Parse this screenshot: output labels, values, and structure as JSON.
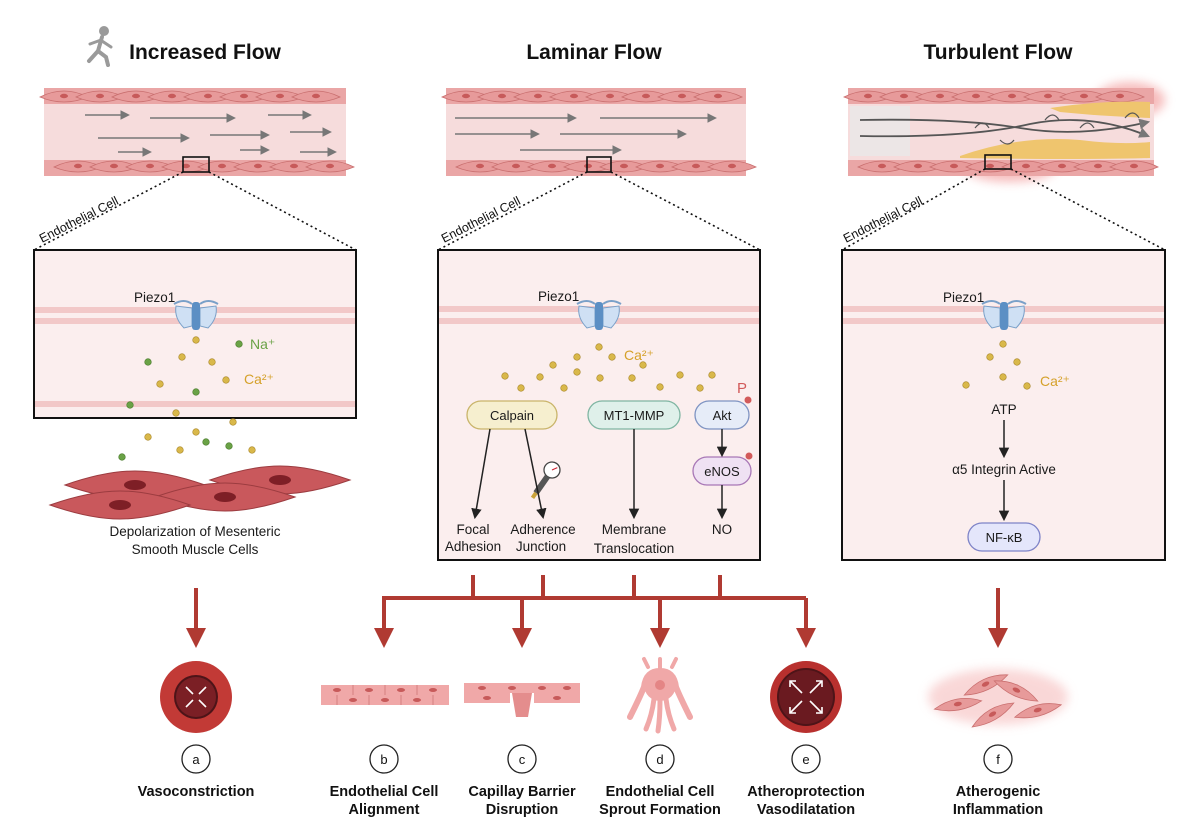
{
  "panels": [
    {
      "title": "Increased Flow",
      "zoom_label": "Endothelial Cell",
      "channel": "Piezo1",
      "ions": [
        "Na⁺",
        "Ca²⁺"
      ],
      "caption": [
        "Depolarization of Mesenteric",
        "Smooth Muscle Cells"
      ]
    },
    {
      "title": "Laminar Flow",
      "zoom_label": "Endothelial Cell",
      "channel": "Piezo1",
      "ions": [
        "Ca²⁺"
      ],
      "nodes": {
        "calpain": "Calpain",
        "mt1mmp": "MT1-MMP",
        "akt": "Akt",
        "enos": "eNOS",
        "phospho": "P",
        "focal": [
          "Focal",
          "Adhesion"
        ],
        "adherence": [
          "Adherence",
          "Junction"
        ],
        "membrane": [
          "Membrane",
          "Translocation"
        ],
        "no": "NO"
      }
    },
    {
      "title": "Turbulent Flow",
      "zoom_label": "Endothelial Cell",
      "channel": "Piezo1",
      "ions": [
        "Ca²⁺"
      ],
      "nodes": {
        "atp": "ATP",
        "integrin": "α5 Integrin Active",
        "nfkb": "NF-κB"
      }
    }
  ],
  "outcomes": [
    {
      "letter": "a",
      "label": [
        "Vasoconstriction"
      ]
    },
    {
      "letter": "b",
      "label": [
        "Endothelial Cell",
        "Alignment"
      ]
    },
    {
      "letter": "c",
      "label": [
        "Capillay Barrier",
        "Disruption"
      ]
    },
    {
      "letter": "d",
      "label": [
        "Endothelial Cell",
        "Sprout Formation"
      ]
    },
    {
      "letter": "e",
      "label": [
        "Atheroprotection",
        "Vasodilatation"
      ]
    },
    {
      "letter": "f",
      "label": [
        "Atherogenic",
        "Inflammation"
      ]
    }
  ],
  "colors": {
    "arrow_red": "#b03a32",
    "vessel_wall": "#e8a0a0",
    "vessel_lumen": "#f6dcdc",
    "cell_bg": "#fbeeee",
    "membrane": "#f2c8c8",
    "ion_green": "#6aa246",
    "ion_yellow": "#d9b84a",
    "calpain_fill": "#f6efcf",
    "mmp_fill": "#dff0ea",
    "akt_fill": "#e6ecf8",
    "enos_fill": "#efe1f3",
    "nfkb_fill": "#e4e6fb",
    "plaque": "#efc56e"
  },
  "icons": [
    "runner-icon",
    "piezo1-channel-icon",
    "pipette-icon",
    "vessel-cross-section-icon"
  ]
}
